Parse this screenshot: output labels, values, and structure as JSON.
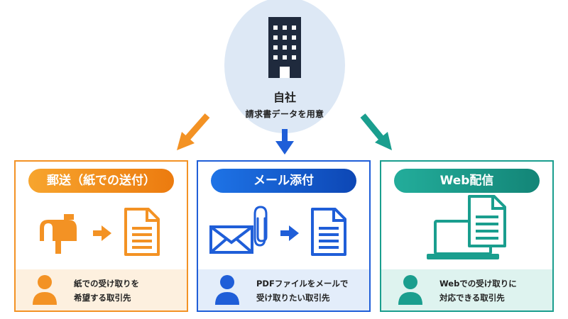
{
  "company": {
    "title": "自社",
    "subtitle": "請求書データを用意"
  },
  "colors": {
    "orange": "#f39224",
    "blue": "#1f5ed8",
    "teal": "#1a9e8e",
    "company_bg": "#dde8f5",
    "building": "#1f2a3d"
  },
  "methods": [
    {
      "label": "郵送（紙での送付）",
      "color": "orange",
      "icons": [
        "mailbox-icon",
        "arrow-right-icon",
        "document-icon"
      ],
      "recipient_lines": [
        "紙での受け取りを",
        "希望する取引先"
      ]
    },
    {
      "label": "メール添付",
      "color": "blue",
      "icons": [
        "envelope-icon",
        "paperclip-icon",
        "arrow-right-icon",
        "document-icon"
      ],
      "recipient_lines": [
        "PDFファイルをメールで",
        "受け取りたい取引先"
      ]
    },
    {
      "label": "Web配信",
      "color": "teal",
      "icons": [
        "laptop-icon",
        "document-icon"
      ],
      "recipient_lines": [
        "Webでの受け取りに",
        "対応できる取引先"
      ]
    }
  ]
}
